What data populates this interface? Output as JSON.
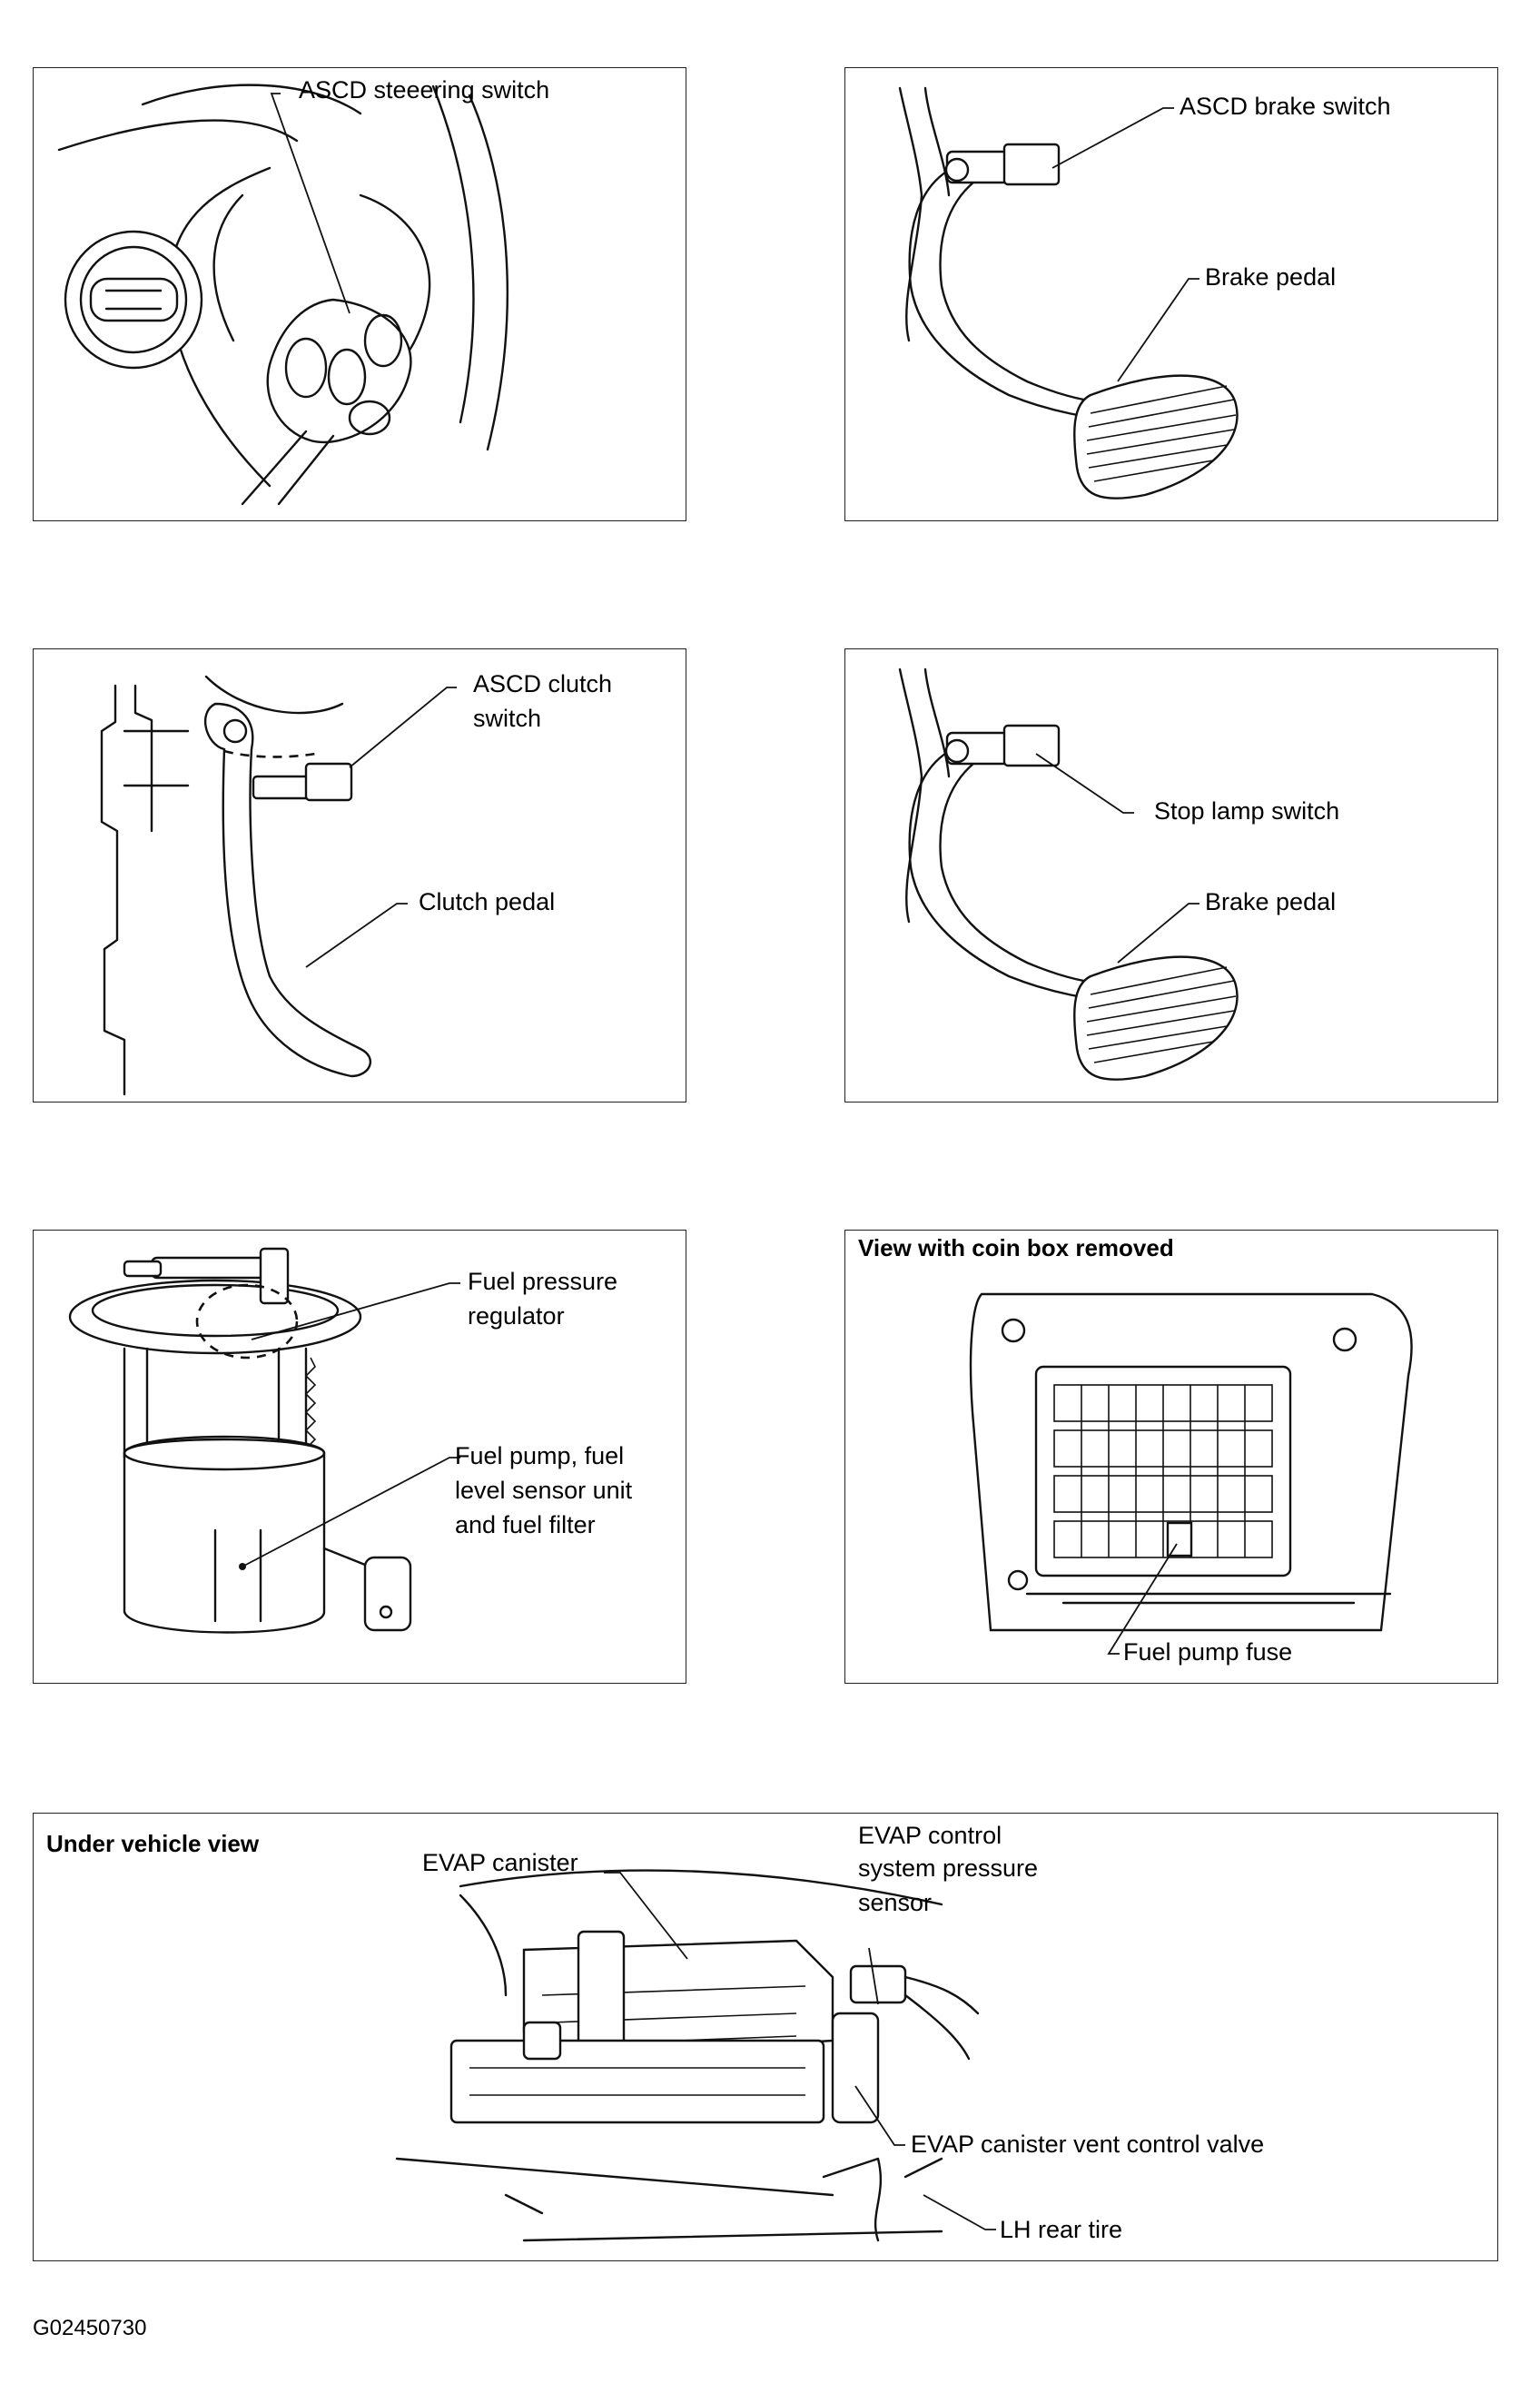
{
  "diagram": {
    "figure_id": "G02450730",
    "panels": {
      "steering_switch": {
        "labels": {
          "switch": "ASCD steeering switch"
        }
      },
      "brake_switch": {
        "labels": {
          "switch": "ASCD brake switch",
          "pedal": "Brake pedal"
        }
      },
      "clutch_switch": {
        "labels": {
          "switch_line1": "ASCD clutch",
          "switch_line2": "switch",
          "pedal": "Clutch pedal"
        }
      },
      "stop_lamp": {
        "labels": {
          "switch": "Stop lamp switch",
          "pedal": "Brake pedal"
        }
      },
      "fuel_pump": {
        "labels": {
          "regulator_line1": "Fuel pressure",
          "regulator_line2": "regulator",
          "pump_line1": "Fuel pump, fuel",
          "pump_line2": "level sensor unit",
          "pump_line3": "and fuel filter"
        }
      },
      "coin_box": {
        "header": "View with coin box removed",
        "labels": {
          "fuse": "Fuel pump fuse"
        }
      },
      "under_vehicle": {
        "header": "Under vehicle view",
        "labels": {
          "canister": "EVAP canister",
          "sensor_line1": "EVAP control",
          "sensor_line2": "system pressure",
          "sensor_line3": "sensor",
          "vent_valve": "EVAP canister vent control valve",
          "tire": "LH rear tire"
        }
      }
    }
  }
}
